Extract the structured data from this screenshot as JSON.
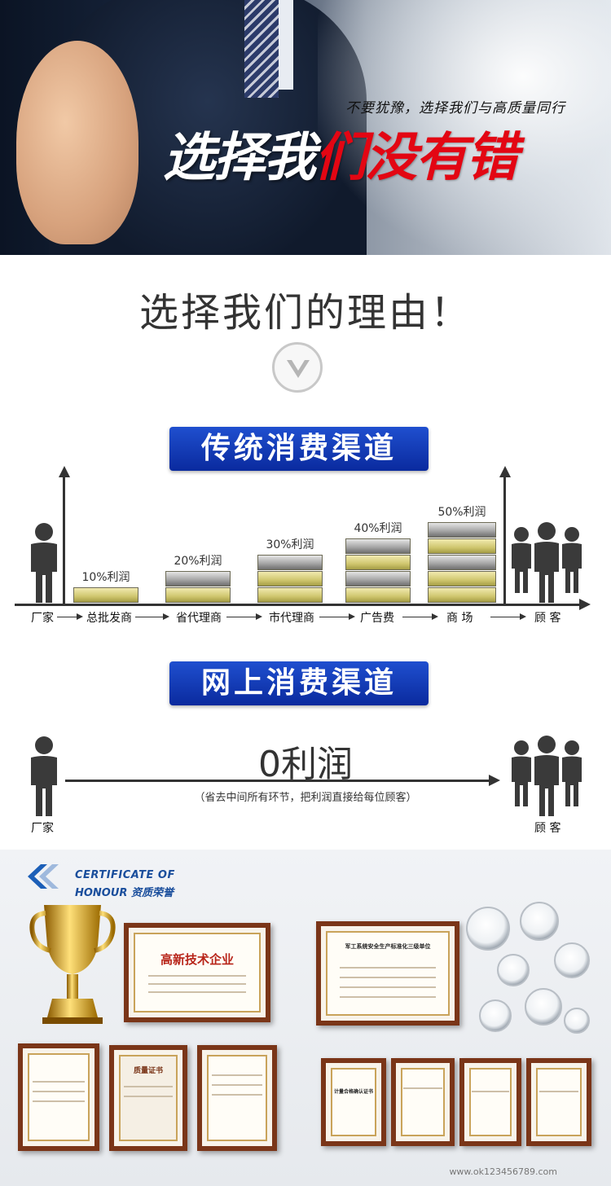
{
  "hero": {
    "slogan": "不要犹豫，选择我们与高质量同行",
    "headline_white": "选择我",
    "headline_red": "们没有错"
  },
  "reasons": {
    "title": "选择我们的理由！",
    "traditional_banner": "传统消费渠道",
    "online_banner": "网上消费渠道"
  },
  "traditional": {
    "channels": [
      "厂家",
      "总批发商",
      "省代理商",
      "市代理商",
      "广告费",
      "商 场",
      "顾 客"
    ],
    "profits": [
      "10%利润",
      "20%利润",
      "30%利润",
      "40%利润",
      "50%利润"
    ]
  },
  "chart_data": {
    "type": "bar",
    "categories": [
      "总批发商",
      "省代理商",
      "市代理商",
      "广告费",
      "商 场"
    ],
    "values": [
      10,
      20,
      30,
      40,
      50
    ],
    "labels": [
      "10%利润",
      "20%利润",
      "30%利润",
      "40%利润",
      "50%利润"
    ],
    "title": "",
    "xlabel": "",
    "ylabel": "",
    "ylim": [
      0,
      50
    ]
  },
  "online": {
    "profit": "0利润",
    "note": "（省去中间所有环节，把利润直接给每位顾客）",
    "from": "厂家",
    "to": "顾 客"
  },
  "certificates": {
    "title_en_1": "CERTIFICATE OF",
    "title_en_2": "HONOUR",
    "title_cn": "资质荣誉",
    "cert_high_tech": "高新技术企业",
    "cert_military": "军工系统安全生产标准化三级单位",
    "cert_measure": "计量合格确认证书",
    "cert_quality": "质量证书"
  },
  "watermark": "www.ok123456789.com",
  "colors": {
    "accent_red": "#e30613",
    "banner_blue": "#1f4fcf",
    "cert_blue": "#1a4e9c"
  }
}
